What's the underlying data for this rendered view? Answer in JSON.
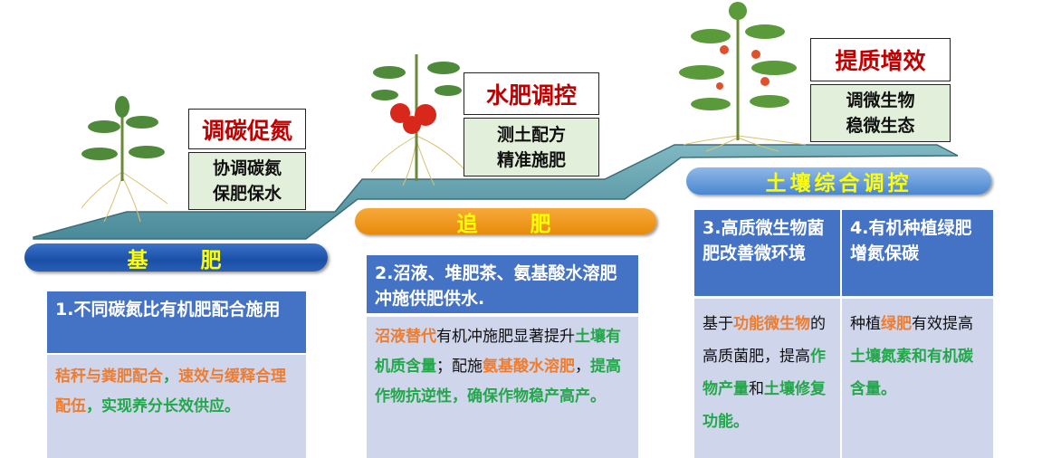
{
  "stages": [
    {
      "pill": "基　　肥",
      "title": "调碳促氮",
      "sub": [
        "协调碳氮",
        "保肥保水"
      ]
    },
    {
      "pill": "追　　肥",
      "title": "水肥调控",
      "sub": [
        "测土配方",
        "精准施肥"
      ]
    },
    {
      "pill": "土壤综合调控",
      "title": "提质增效",
      "sub": [
        "调微生物",
        "稳微生态"
      ]
    }
  ],
  "boxes": [
    {
      "header": "1.不同碳氮比有机肥配合施用",
      "body": [
        {
          "t": "秸秆与粪肥配合",
          "c": "o"
        },
        {
          "t": "，",
          "c": "g"
        },
        {
          "t": "速效与缓释合理配伍",
          "c": "o"
        },
        {
          "t": "，实现养分长效供应。",
          "c": "g"
        }
      ]
    },
    {
      "header": "2.沼液、堆肥茶、氨基酸水溶肥冲施供肥供水.",
      "body": [
        {
          "t": "沼液替代",
          "c": "o"
        },
        {
          "t": "有机冲施肥显著提升",
          "c": "k"
        },
        {
          "t": "土壤有机质含量",
          "c": "g"
        },
        {
          "t": "；配施",
          "c": "k"
        },
        {
          "t": "氨基酸水溶肥",
          "c": "o"
        },
        {
          "t": "，",
          "c": "k"
        },
        {
          "t": "提高作物抗逆性，确保作物稳产高产。",
          "c": "g"
        }
      ]
    },
    {
      "header": "3.高质微生物菌肥改善微环境",
      "body": [
        {
          "t": "基于",
          "c": "k"
        },
        {
          "t": "功能微生物",
          "c": "o"
        },
        {
          "t": "的高质菌肥，提高",
          "c": "k"
        },
        {
          "t": "作物产量",
          "c": "g"
        },
        {
          "t": "和",
          "c": "k"
        },
        {
          "t": "土壤修复功能。",
          "c": "g"
        }
      ]
    },
    {
      "header": "4.有机种植绿肥增氮保碳",
      "body": [
        {
          "t": "种植",
          "c": "k"
        },
        {
          "t": "绿肥",
          "c": "o"
        },
        {
          "t": "有效提高",
          "c": "k"
        },
        {
          "t": "土壤氮素和有机碳含量。",
          "c": "g"
        }
      ]
    }
  ],
  "colors": {
    "platform": "#5b9aa6",
    "header": "#4472c4",
    "body": "#cfd5ea",
    "orange": "#ed7d31",
    "green": "#22a84a",
    "title_red": "#c00000"
  }
}
